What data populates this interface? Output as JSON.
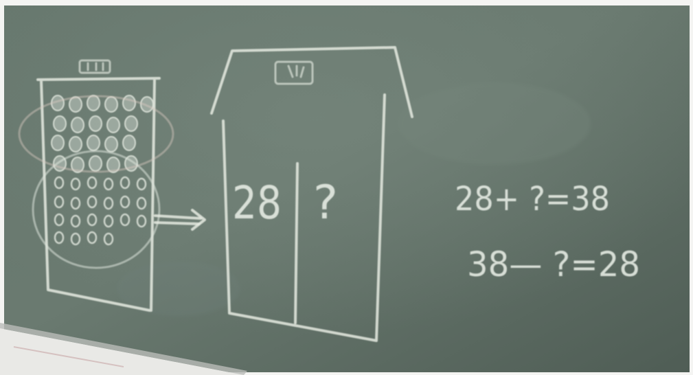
{
  "house": {
    "left_value": "28",
    "right_value": "?"
  },
  "equations": [
    "28+ ?=38",
    "38— ?=28"
  ],
  "colors": {
    "board": "#5f7066",
    "chalk": "#e6ebe2",
    "tray": "#e9e9e6"
  }
}
